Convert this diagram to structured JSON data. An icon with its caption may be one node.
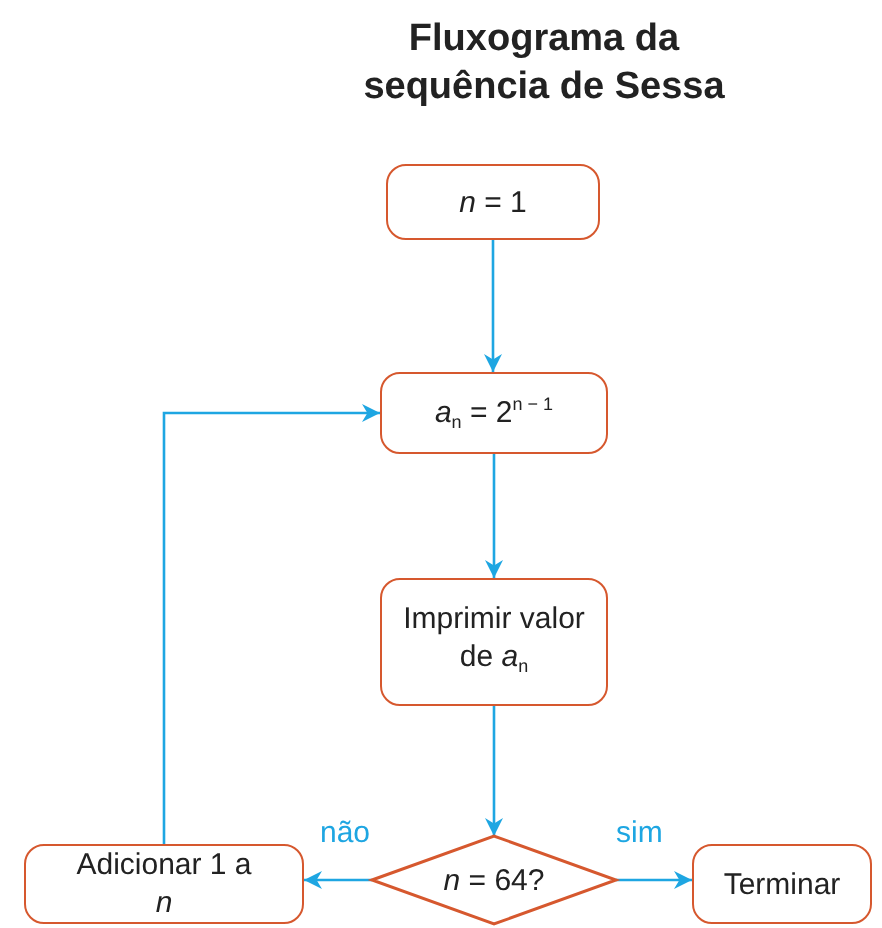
{
  "diagram": {
    "title": "Fluxograma da sequência de Sessa",
    "nodes": [
      {
        "text": [
          "*n* = 1"
        ]
      },
      {
        "text": [
          "*a*$_{n}$ = 2$^{n − 1}$"
        ]
      },
      {
        "text": [
          "Imprimir valor de *a*$_{n}$"
        ]
      },
      {
        "text": [
          "*n* = 64?"
        ]
      },
      {
        "text": [
          "Adicionar 1 a *n*"
        ]
      },
      {
        "text": [
          "Terminar"
        ]
      }
    ],
    "edges": [
      {
        "from": 0,
        "to": 1,
        "arrow": "to"
      },
      {
        "from": 1,
        "to": 2,
        "arrow": "to"
      },
      {
        "from": 2,
        "to": 3,
        "arrow": "to"
      },
      {
        "from": 3,
        "to": 4,
        "arrow": "to",
        "label": "não"
      },
      {
        "from": 3,
        "to": 5,
        "arrow": "to",
        "label": "sim"
      },
      {
        "from": 4,
        "to": 1,
        "arrow": "to"
      }
    ]
  }
}
